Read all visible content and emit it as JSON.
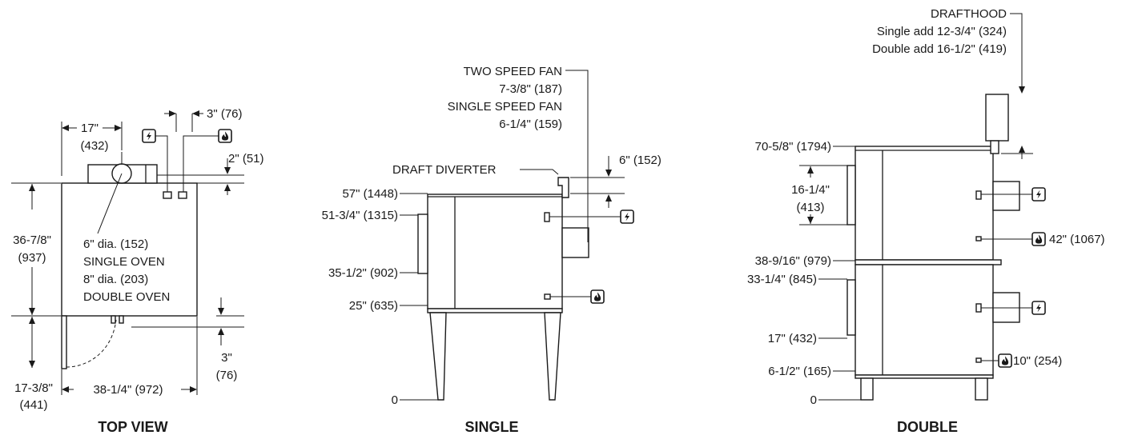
{
  "top_view": {
    "title": "TOP VIEW",
    "dim_17_a": "17\"",
    "dim_17_b": "(432)",
    "dim_3": "3\" (76)",
    "dim_2": "2\" (51)",
    "dim_depth_a": "36-7/8\"",
    "dim_depth_b": "(937)",
    "flue_1": "6\" dia. (152)",
    "flue_2": "SINGLE OVEN",
    "flue_3": "8\" dia. (203)",
    "flue_4": "DOUBLE OVEN",
    "dim_door_a": "17-3/8\"",
    "dim_door_b": "(441)",
    "dim_width": "38-1/4\" (972)",
    "dim_3b_a": "3\"",
    "dim_3b_b": "(76)"
  },
  "single": {
    "title": "SINGLE",
    "fan_1": "TWO SPEED FAN",
    "fan_2": "7-3/8\" (187)",
    "fan_3": "SINGLE SPEED FAN",
    "fan_4": "6-1/4\" (159)",
    "draft_diverter": "DRAFT DIVERTER",
    "dim_6": "6\" (152)",
    "h_57": "57\" (1448)",
    "h_51": "51-3/4\" (1315)",
    "h_35": "35-1/2\" (902)",
    "h_25": "25\" (635)",
    "h_0": "0"
  },
  "double": {
    "title": "DOUBLE",
    "hood_1": "DRAFTHOOD",
    "hood_2": "Single add 12-3/4\" (324)",
    "hood_3": "Double add 16-1/2\" (419)",
    "h_70": "70-5/8\" (1794)",
    "h_16_a": "16-1/4\"",
    "h_16_b": "(413)",
    "gas_42": "42\" (1067)",
    "h_38": "38-9/16\" (979)",
    "h_33": "33-1/4\" (845)",
    "h_17": "17\" (432)",
    "gas_10": "10\" (254)",
    "h_6": "6-1/2\" (165)",
    "h_0": "0"
  },
  "icons": {
    "electric": "electric-icon",
    "gas": "gas-icon"
  }
}
